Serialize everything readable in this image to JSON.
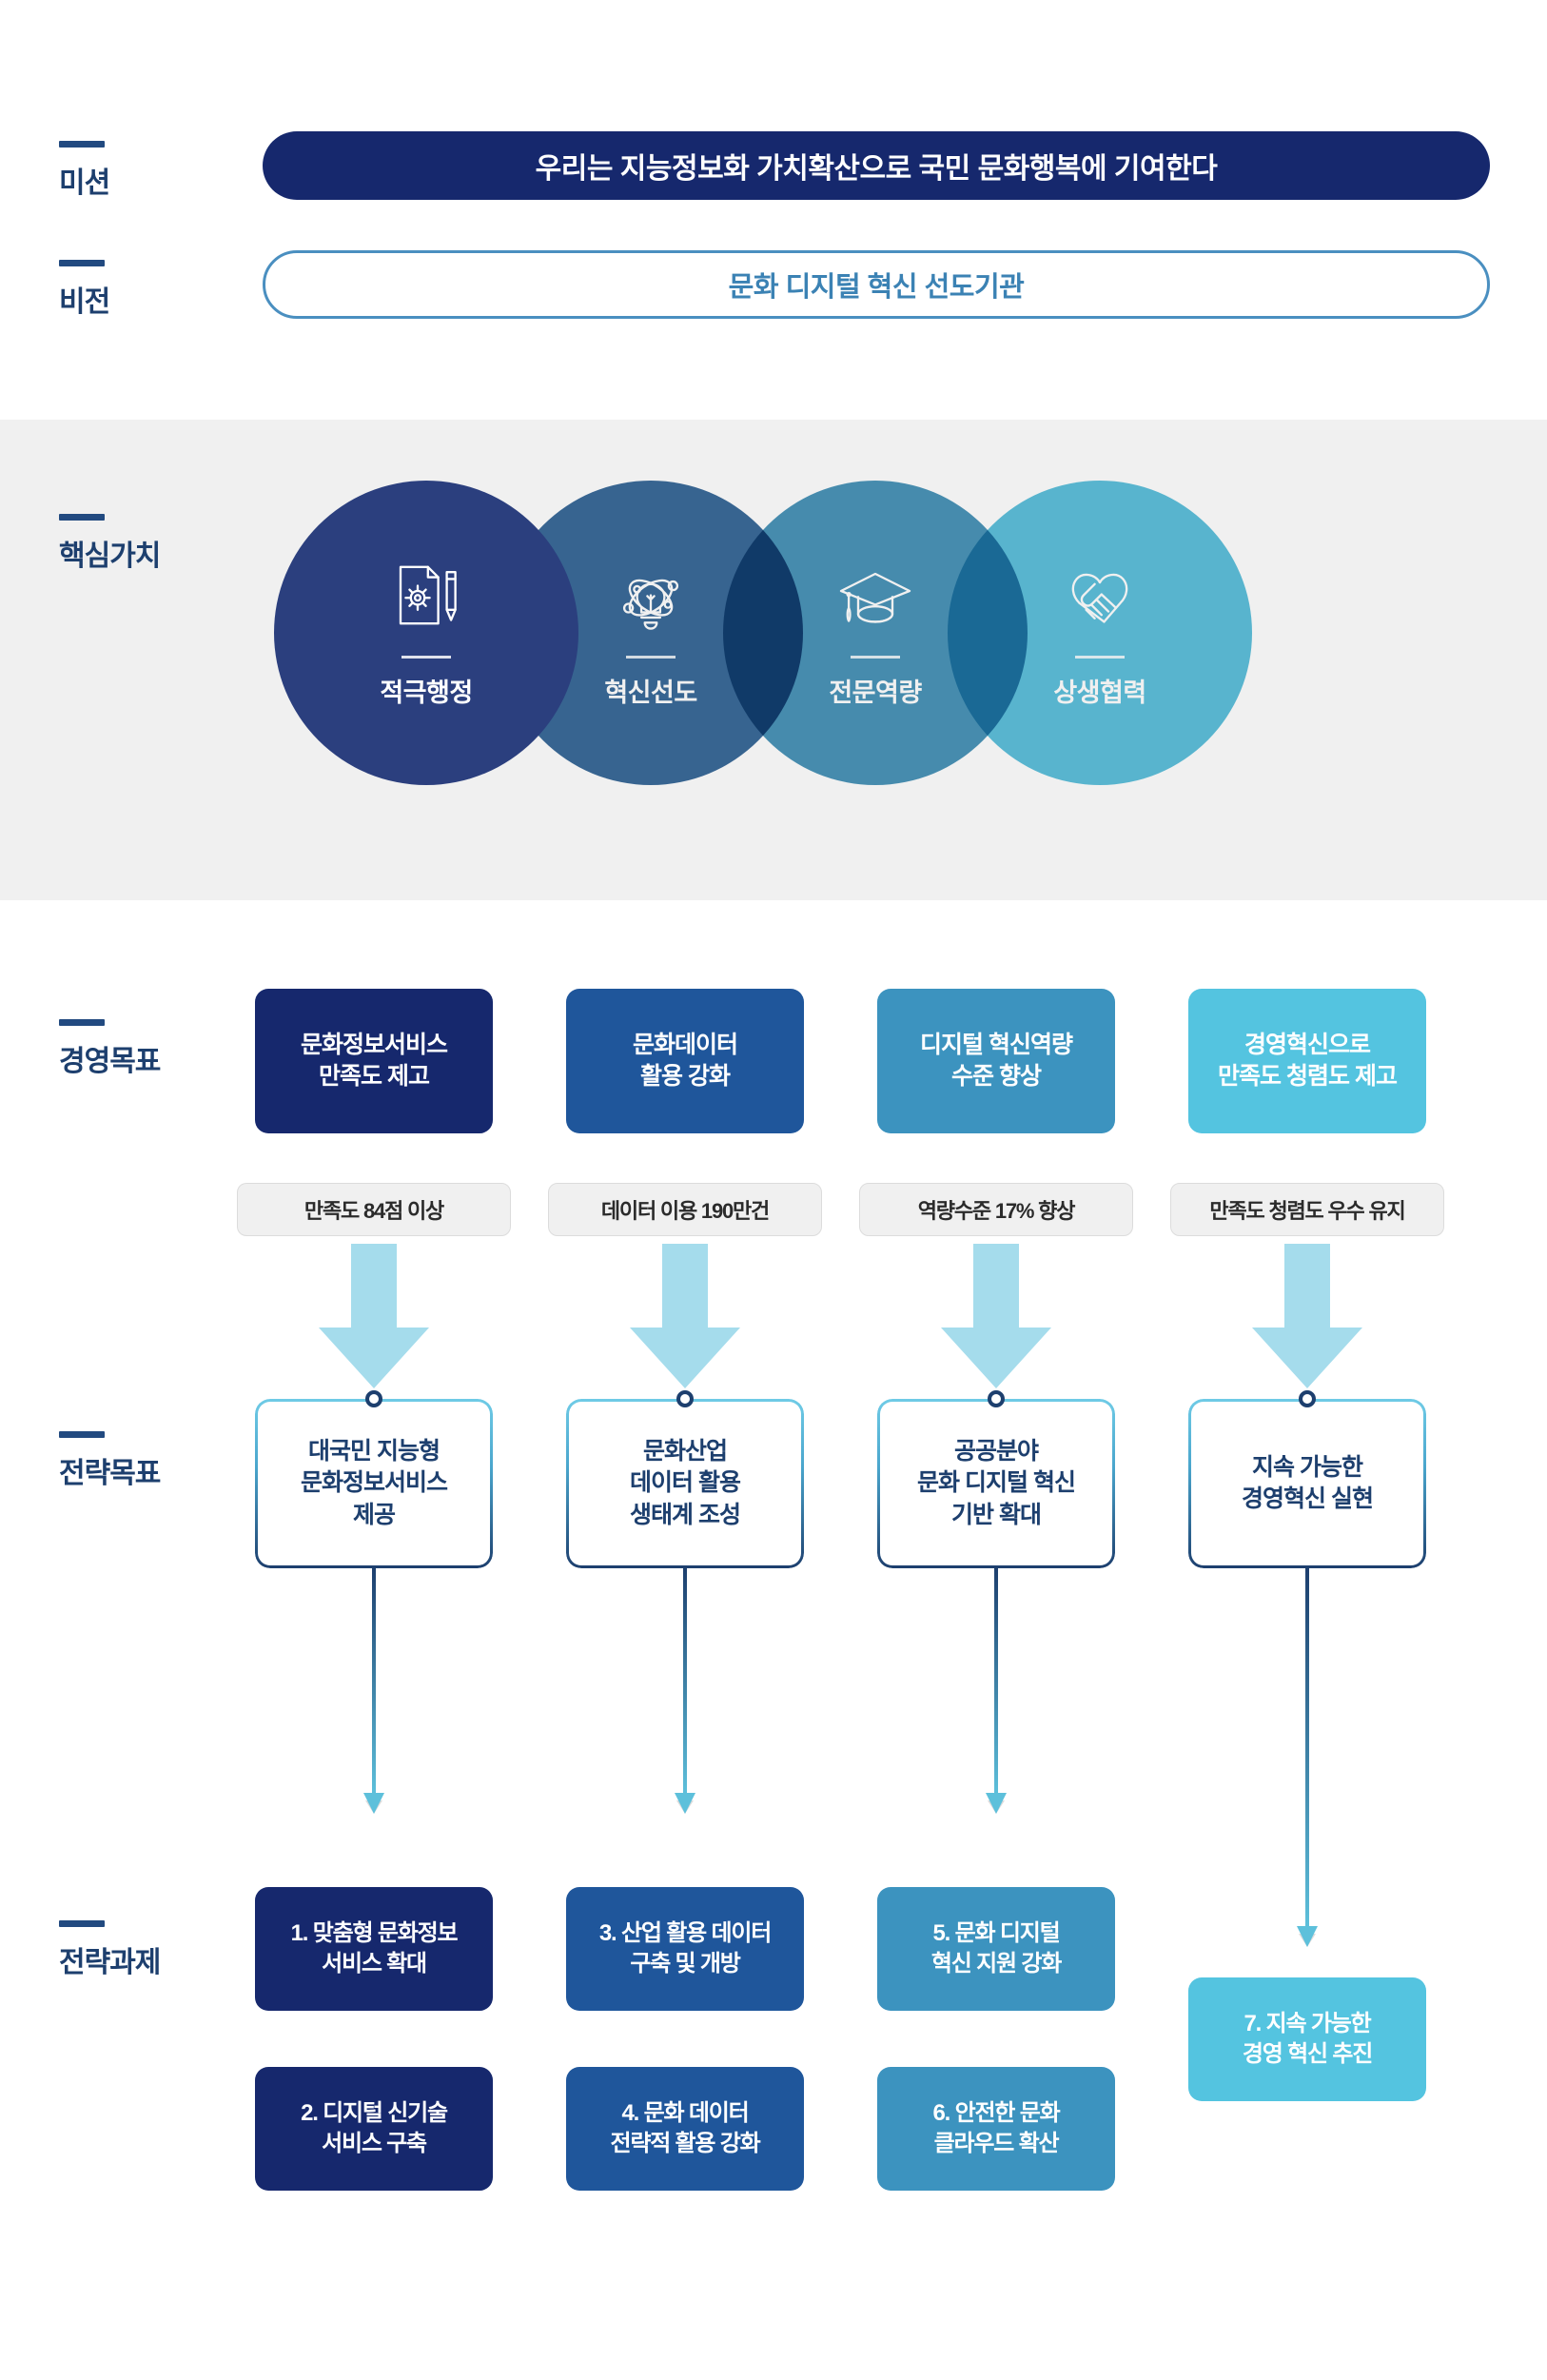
{
  "rows": {
    "mission_label": "미션",
    "vision_label": "비전",
    "core_values_label": "핵심가치",
    "goals_label": "경영목표",
    "objectives_label": "전략목표",
    "tasks_label": "전략과제"
  },
  "mission": {
    "text": "우리는 지능정보화 가치확산으로 국민 문화행복에 기여한다",
    "color": "#16286d"
  },
  "vision": {
    "text": "문화 디지털 혁신 선도기관",
    "color": "#3b82b4",
    "border_color": "#4a8fc0"
  },
  "core_values": {
    "band_color": "#f0f0f0",
    "items": [
      {
        "name": "적극행정",
        "icon": "document-gear-pencil-icon",
        "color": "#2b3f7e"
      },
      {
        "name": "혁신선도",
        "icon": "lightbulb-atom-icon",
        "color": "#3a6a99"
      },
      {
        "name": "전문역량",
        "icon": "graduation-cap-icon",
        "color": "#4a94b8"
      },
      {
        "name": "상생협력",
        "icon": "heart-handshake-icon",
        "color": "#5dc0db"
      }
    ]
  },
  "goals": [
    {
      "title": "문화정보서비스\n만족도 제고",
      "metric": "만족도 84점 이상",
      "color": "#16286d"
    },
    {
      "title": "문화데이터\n활용 강화",
      "metric": "데이터 이용 190만건",
      "color": "#1f569b"
    },
    {
      "title": "디지털 혁신역량\n수준 향상",
      "metric": "역량수준 17% 향상",
      "color": "#3c93bf"
    },
    {
      "title": "경영혁신으로\n만족도 청렴도 제고",
      "metric": "만족도 청렴도 우수 유지",
      "color": "#54c4e0"
    }
  ],
  "objectives": [
    {
      "title": "대국민 지능형\n문화정보서비스\n제공"
    },
    {
      "title": "문화산업\n데이터 활용\n생태계 조성"
    },
    {
      "title": "공공분야\n문화 디지털 혁신\n기반 확대"
    },
    {
      "title": "지속 가능한\n경영혁신 실현"
    }
  ],
  "tasks": [
    {
      "num": "1",
      "title": "1. 맞춤형 문화정보\n서비스 확대",
      "color": "#16286d"
    },
    {
      "num": "2",
      "title": "2. 디지털 신기술\n서비스 구축",
      "color": "#16286d"
    },
    {
      "num": "3",
      "title": "3. 산업 활용 데이터\n구축 및 개방",
      "color": "#1f569b"
    },
    {
      "num": "4",
      "title": "4. 문화 데이터\n전략적 활용 강화",
      "color": "#1f569b"
    },
    {
      "num": "5",
      "title": "5. 문화 디지털\n혁신 지원 강화",
      "color": "#3c93bf"
    },
    {
      "num": "6",
      "title": "6. 안전한 문화\n클라우드 확산",
      "color": "#3c93bf"
    },
    {
      "num": "7",
      "title": "7. 지속 가능한\n경영 혁신 추진",
      "color": "#54c4e0"
    }
  ],
  "palette": {
    "navy_dark": "#16286d",
    "navy": "#1d3f6e",
    "steel": "#1f569b",
    "mid_blue": "#3c93bf",
    "cyan": "#54c4e0",
    "arrow_fill": "#a5dcec",
    "band_gray": "#f0f0f0"
  }
}
